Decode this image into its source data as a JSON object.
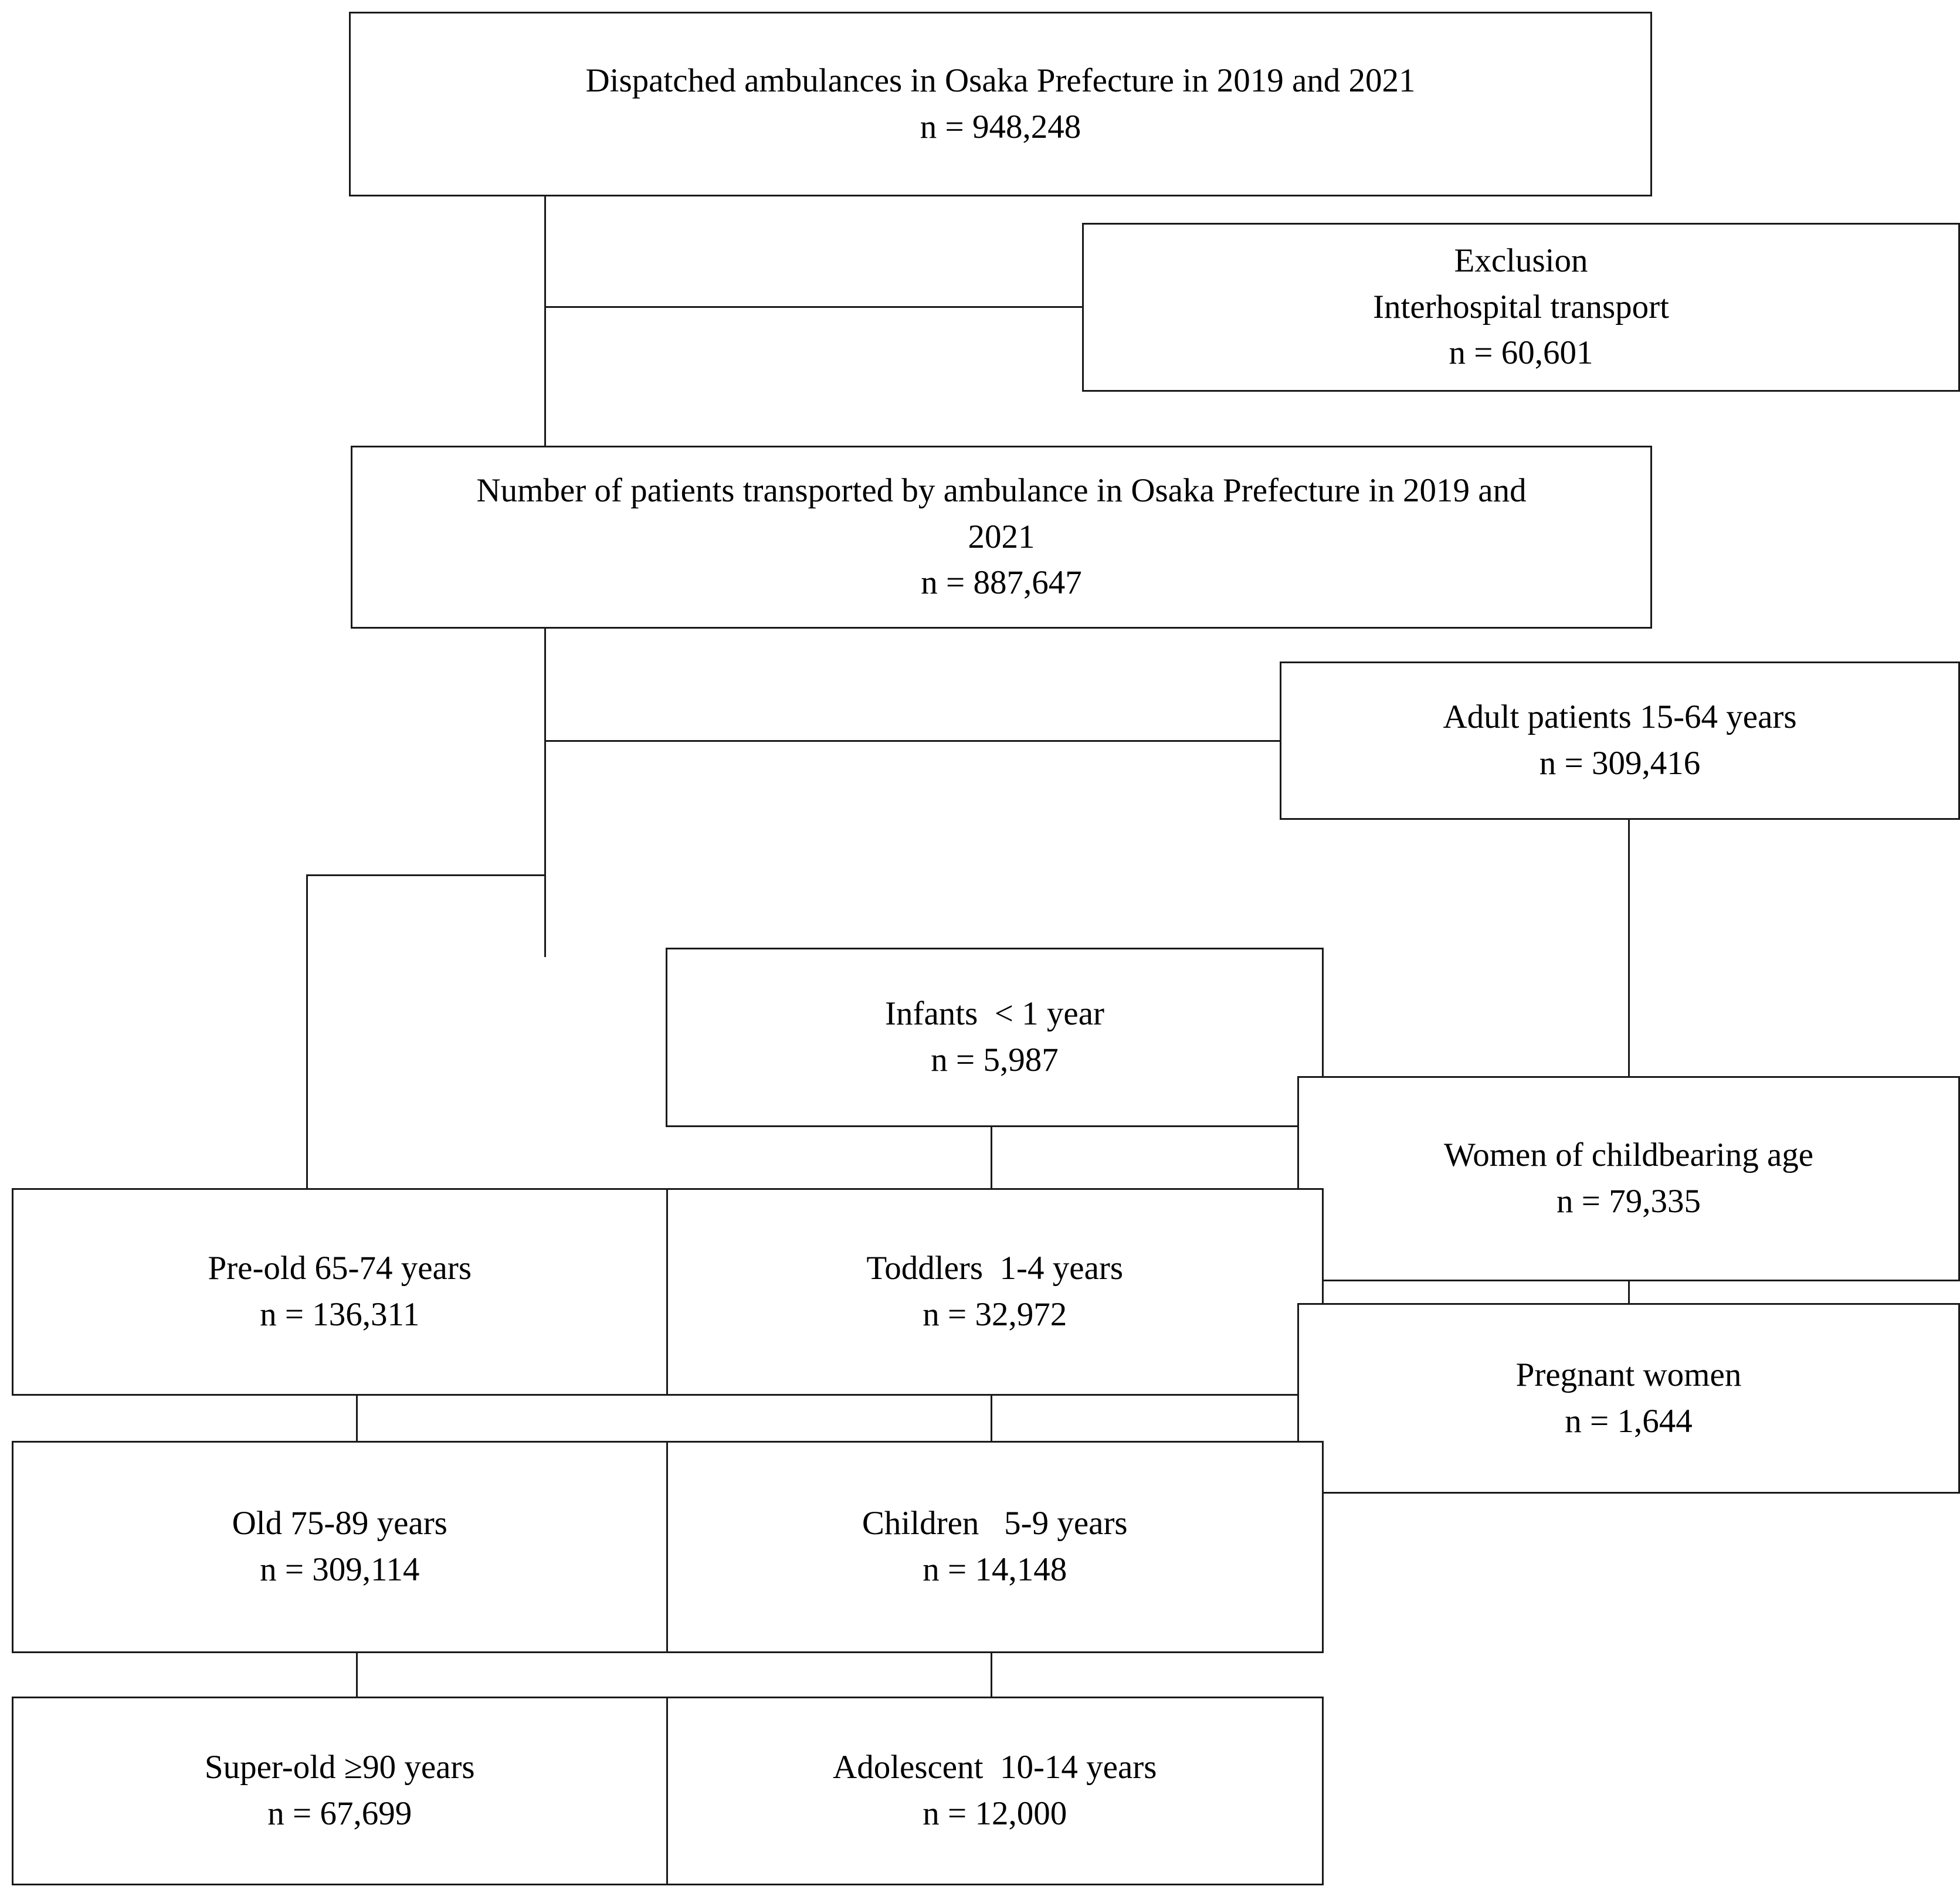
{
  "diagram": {
    "type": "flowchart",
    "title": "Patient selection flow diagram of ambulance transports in Osaka Prefecture",
    "nodes": {
      "dispatched": {
        "line1": "Dispatched ambulances in Osaka Prefecture in 2019 and 2021",
        "line2": "n = 948,248"
      },
      "exclusion": {
        "line1": "Exclusion",
        "line2": "Interhospital transport",
        "line3": "n = 60,601"
      },
      "transported": {
        "line1": "Number of patients transported by ambulance in Osaka Prefecture in 2019 and",
        "line2": "2021",
        "line3": "n = 887,647"
      },
      "adult": {
        "line1": "Adult patients 15-64 years",
        "line2": "n = 309,416"
      },
      "infants": {
        "line1": "Infants  < 1 year",
        "line2": "n = 5,987"
      },
      "childbearing": {
        "line1": "Women of childbearing age",
        "line2": "n = 79,335"
      },
      "preold": {
        "line1": "Pre-old 65-74 years",
        "line2": "n = 136,311"
      },
      "toddlers": {
        "line1": "Toddlers  1-4 years",
        "line2": "n = 32,972"
      },
      "pregnant": {
        "line1": "Pregnant women",
        "line2": "n = 1,644"
      },
      "old": {
        "line1": "Old 75-89 years",
        "line2": "n = 309,114"
      },
      "children": {
        "line1": "Children   5-9 years",
        "line2": "n = 14,148"
      },
      "superold": {
        "line1": "Super-old ≥90 years",
        "line2": "n = 67,699"
      },
      "adolescent": {
        "line1": "Adolescent  10-14 years",
        "line2": "n = 12,000"
      }
    },
    "colors": {
      "stroke": "#1a1a1a",
      "background": "#ffffff",
      "text": "#000000"
    }
  }
}
